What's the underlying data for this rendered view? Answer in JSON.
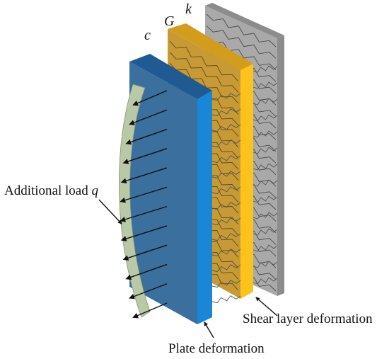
{
  "labels": {
    "c": "c",
    "G": "G",
    "k": "k",
    "additional_load_text": "Additional load ",
    "additional_load_symbol": "q",
    "shear_layer": "Shear layer deformation",
    "plate": "Plate deformation"
  },
  "colors": {
    "plate_front": "#3a6f9e",
    "plate_top": "#1f5a93",
    "plate_side": "#1a86d8",
    "shear_front": "#c79a35",
    "shear_top": "#d29d1c",
    "shear_side": "#ffc21a",
    "spring_panel_front": "#a9a9a9",
    "spring_panel_side": "#8c8c8c",
    "load_curve": "#b9c9a8",
    "spring_line": "#555555"
  },
  "icons": {
    "load_arrow": "arrow-left-down-icon",
    "spring": "zigzag-spring-icon",
    "pointer_arrow": "pointer-arrow-icon"
  }
}
